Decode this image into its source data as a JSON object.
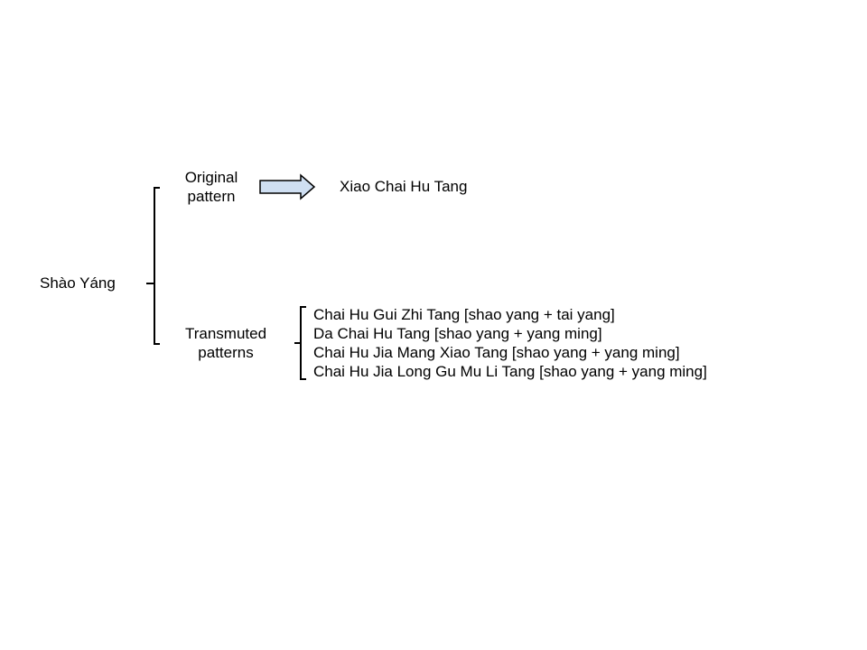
{
  "root": "Shào Yáng",
  "original": {
    "label_line1": "Original",
    "label_line2": "pattern",
    "formula": "Xiao Chai Hu Tang"
  },
  "transmuted": {
    "label_line1": "Transmuted",
    "label_line2": "patterns",
    "formulas": [
      "Chai Hu Gui Zhi Tang [shao yang + tai yang]",
      "Da Chai Hu Tang [shao yang + yang ming]",
      "Chai Hu Jia Mang Xiao Tang [shao yang + yang ming]",
      "Chai Hu Jia Long Gu Mu Li Tang [shao yang + yang ming]"
    ]
  },
  "colors": {
    "arrow_fill": "#cfdff2"
  }
}
